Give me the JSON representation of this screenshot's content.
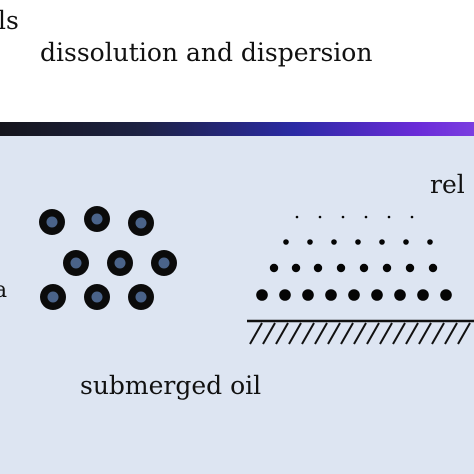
{
  "labels": {
    "top_left": "ls",
    "top_center": "dissolution  and dispersion",
    "right_edge": "rel",
    "left_edge": "a",
    "submerged": "submerged  oil"
  },
  "colors": {
    "panel_bg": "#dde5f2",
    "droplet_ring": "#0b0b0b",
    "droplet_core": "#4a6389",
    "dot": "#050505",
    "hatch": "#111111"
  }
}
